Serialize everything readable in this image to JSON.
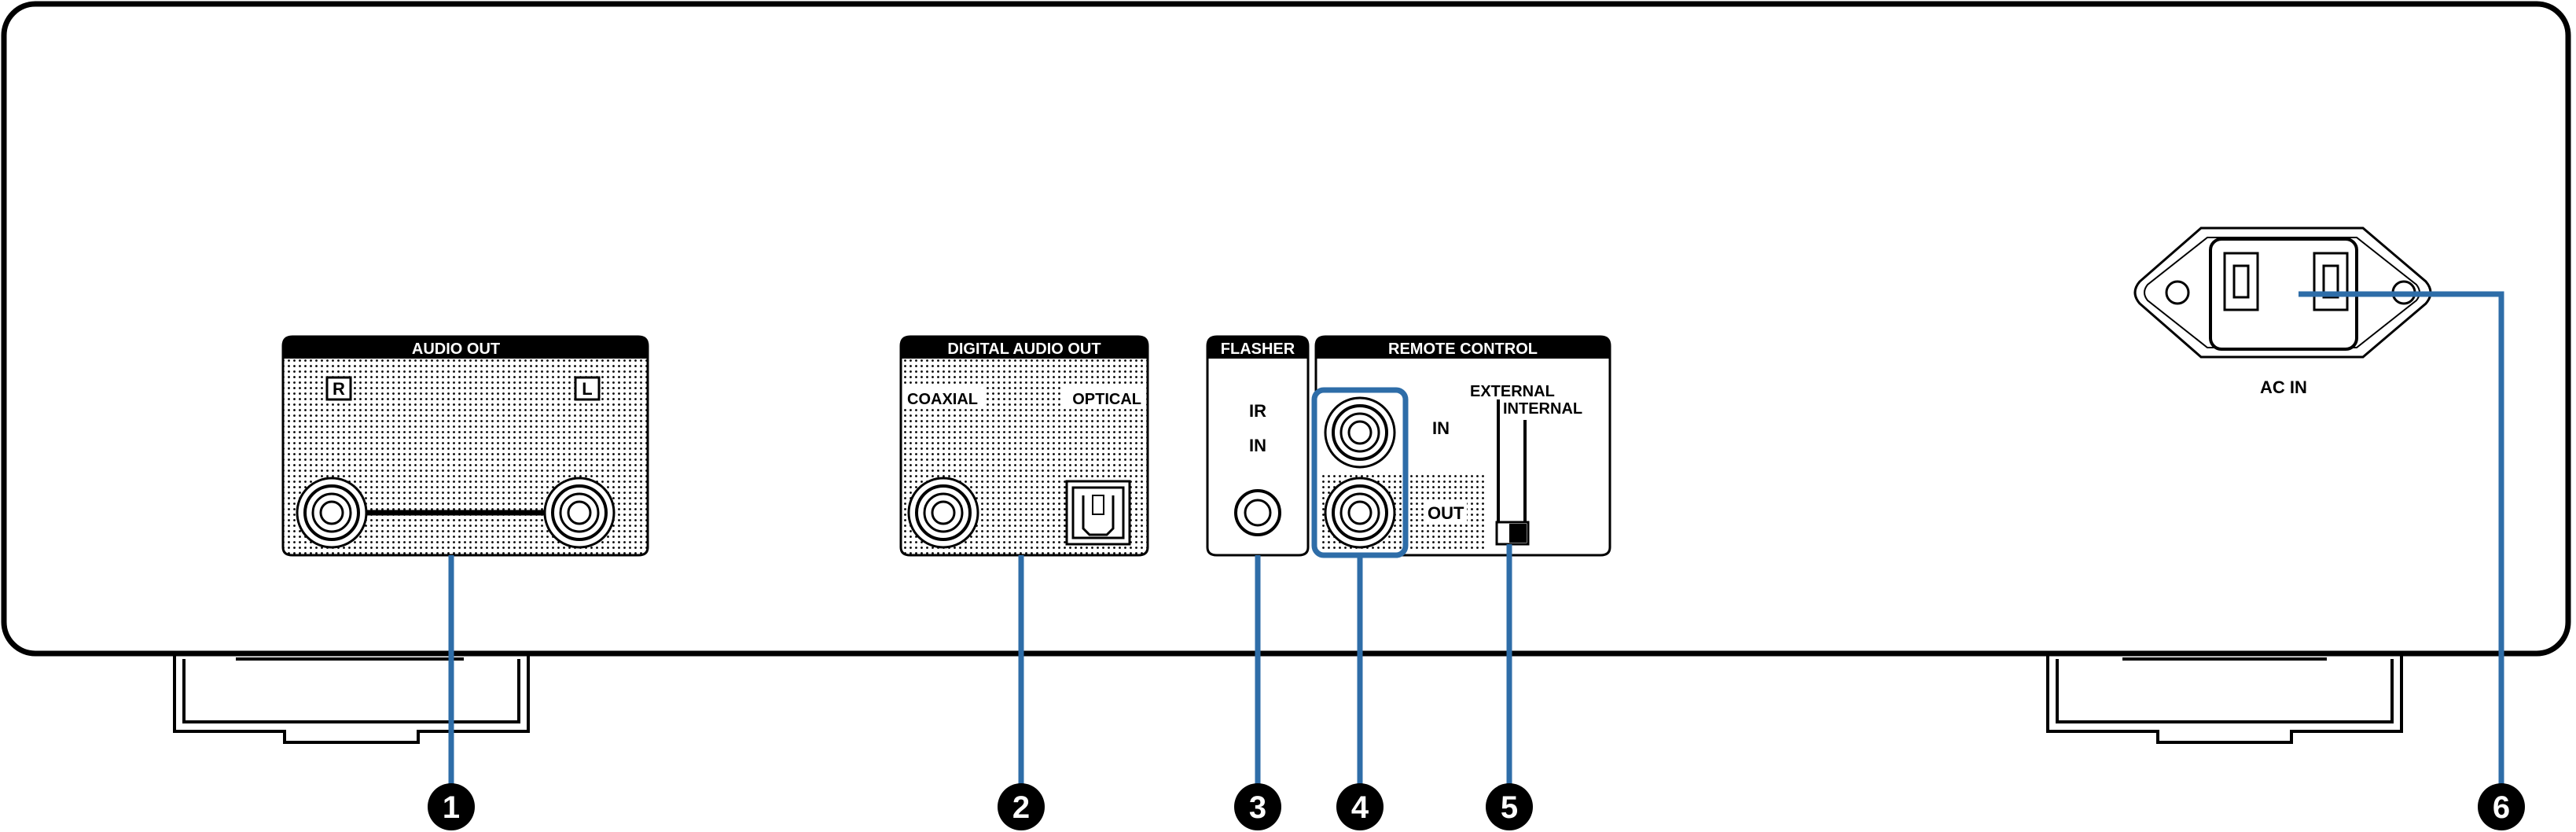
{
  "panels": {
    "audio_out": {
      "title": "AUDIO OUT",
      "left_label": "R",
      "right_label": "L"
    },
    "digital_audio_out": {
      "title": "DIGITAL AUDIO OUT",
      "coaxial_label": "COAXIAL",
      "optical_label": "OPTICAL"
    },
    "flasher": {
      "title": "FLASHER",
      "ir_label": "IR",
      "in_label": "IN"
    },
    "remote_control": {
      "title": "REMOTE CONTROL",
      "in_label": "IN",
      "out_label": "OUT",
      "external_label": "EXTERNAL",
      "internal_label": "INTERNAL"
    },
    "ac_in": {
      "label": "AC IN"
    }
  },
  "callouts": [
    "1",
    "2",
    "3",
    "4",
    "5",
    "6"
  ],
  "colors": {
    "callout_line": "#2e6da8",
    "outline": "#000000",
    "callout_marker": "#000000"
  }
}
